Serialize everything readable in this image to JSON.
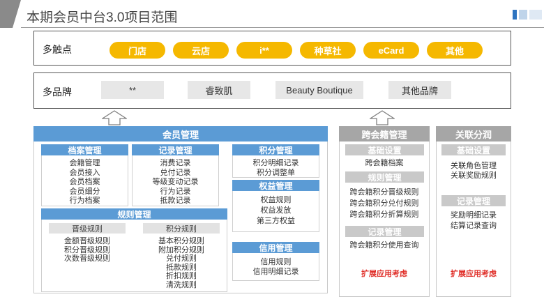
{
  "title": "本期会员中台3.0项目范围",
  "touchpoints": {
    "label": "多触点",
    "items": [
      "门店",
      "云店",
      "i**",
      "种草社",
      "eCard",
      "其他"
    ]
  },
  "brands": {
    "label": "多品牌",
    "items": [
      "**",
      "睿致肌",
      "Beauty Boutique",
      "其他品牌"
    ]
  },
  "member_mgmt": {
    "title": "会员管理",
    "archive": {
      "title": "档案管理",
      "items": [
        "会籍管理",
        "会员接入",
        "会员档案",
        "会员细分",
        "行为档案"
      ]
    },
    "records": {
      "title": "记录管理",
      "items": [
        "消费记录",
        "兑付记录",
        "等级变动记录",
        "行为记录",
        "抵款记录"
      ]
    },
    "points": {
      "title": "积分管理",
      "items": [
        "积分明细记录",
        "积分调整单"
      ]
    },
    "rights": {
      "title": "权益管理",
      "items": [
        "权益规则",
        "权益发放",
        "第三方权益"
      ]
    },
    "credit": {
      "title": "信用管理",
      "items": [
        "信用规则",
        "信用明细记录"
      ]
    },
    "rules": {
      "title": "规则管理",
      "upgrade": {
        "title": "晋级规则",
        "items": [
          "金额晋级规则",
          "积分晋级规则",
          "次数晋级规则"
        ]
      },
      "points": {
        "title": "积分规则",
        "items": [
          "基本积分规则",
          "附加积分规则",
          "兑付规则",
          "抵款规则",
          "折扣规则",
          "清洗规则"
        ]
      }
    }
  },
  "cross": {
    "title": "跨会籍管理",
    "basic": {
      "title": "基础设置",
      "items": [
        "跨会籍档案"
      ]
    },
    "rules": {
      "title": "规则管理",
      "items": [
        "跨会籍积分晋级规则",
        "跨会籍积分兑付规则",
        "跨会籍积分折算规则"
      ]
    },
    "records": {
      "title": "记录管理",
      "items": [
        "跨会籍积分使用查询"
      ]
    },
    "note": "扩展应用考虑"
  },
  "share": {
    "title": "关联分润",
    "basic": {
      "title": "基础设置",
      "items": [
        "关联角色管理",
        "关联奖励规则"
      ]
    },
    "records": {
      "title": "记录管理",
      "items": [
        "奖励明细记录",
        "结算记录查询"
      ]
    },
    "note": "扩展应用考虑"
  },
  "colors": {
    "accent": "#5b9bd5",
    "pill": "#f5b800",
    "gray_head": "#a6a6a6",
    "note": "#e0302a"
  }
}
